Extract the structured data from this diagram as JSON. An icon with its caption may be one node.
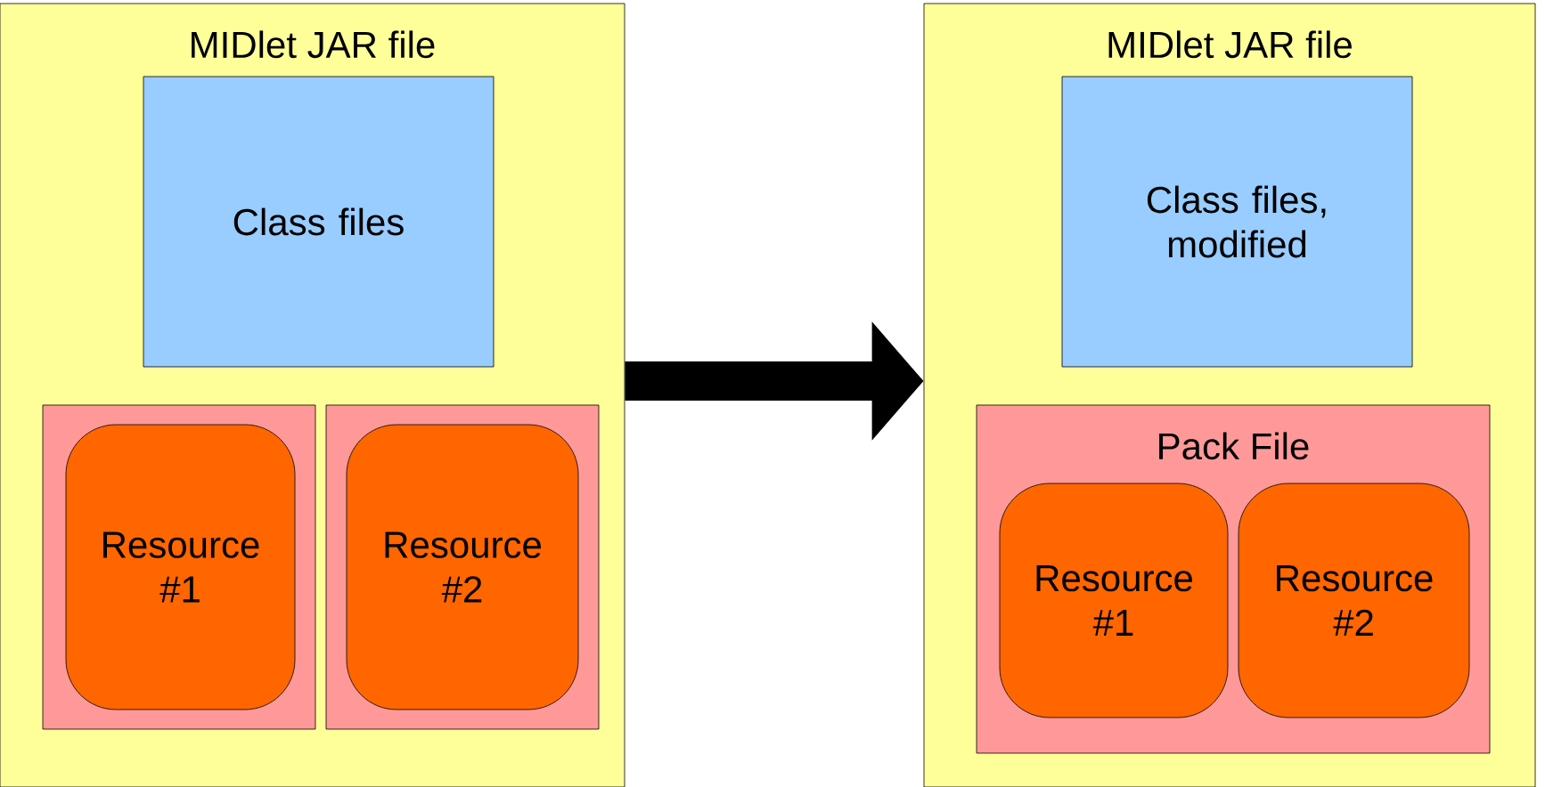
{
  "diagram": {
    "nodes": [
      {
        "text": [
          "MIDlet JAR file"
        ]
      },
      {
        "text": [
          "Class files"
        ],
        "in": 0
      },
      {
        "text": [],
        "shape": "box",
        "in": 0
      },
      {
        "text": [
          "Resource #1"
        ],
        "in": 2
      },
      {
        "text": [],
        "shape": "box",
        "in": 0
      },
      {
        "text": [
          "Resource #2"
        ],
        "in": 4
      },
      {
        "text": [
          "MIDlet JAR file"
        ]
      },
      {
        "text": [
          "Class files, modified"
        ],
        "in": 6
      },
      {
        "text": [
          "Pack File"
        ],
        "in": 6
      },
      {
        "text": [
          "Resource #1"
        ],
        "in": 8
      },
      {
        "text": [
          "Resource #2"
        ],
        "in": 8
      }
    ],
    "edges": [
      {
        "from": 0,
        "to": 6,
        "arrow": "to"
      }
    ]
  }
}
